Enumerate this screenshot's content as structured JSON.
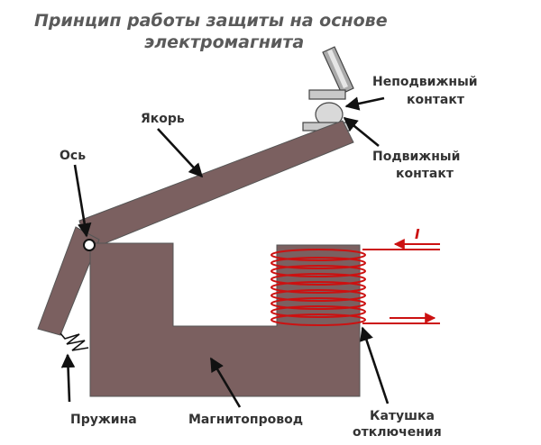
{
  "title": {
    "line1": "Принцип работы защиты на основе",
    "line2": "электромагнита"
  },
  "labels": {
    "axis": "Ось",
    "armature": "Якорь",
    "fixed_contact_1": "Неподвижный",
    "fixed_contact_2": "контакт",
    "moving_contact_1": "Подвижный",
    "moving_contact_2": "контакт",
    "spring": "Пружина",
    "core": "Магнитопровод",
    "coil_1": "Катушка",
    "coil_2": "отключения",
    "current": "I"
  },
  "colors": {
    "iron": "#7b6060",
    "coil": "#cc1111",
    "contact": "#c9c9c9",
    "label_arrows": "#111111"
  }
}
